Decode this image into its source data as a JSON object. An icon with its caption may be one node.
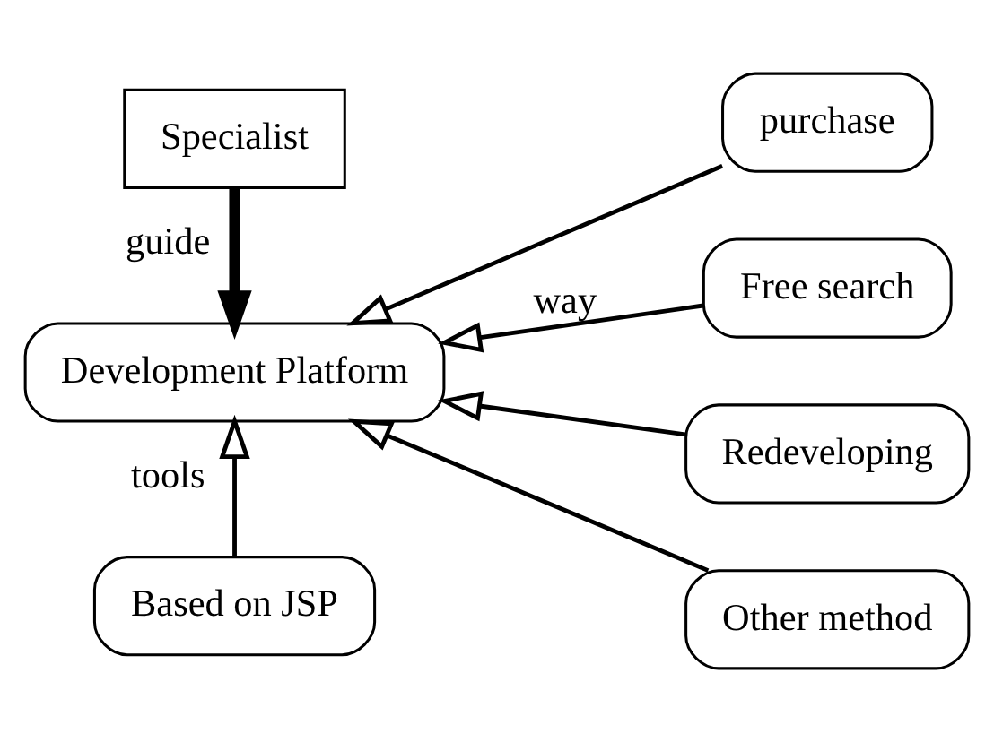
{
  "diagram": {
    "nodes": [
      {
        "text": [
          "Specialist"
        ]
      },
      {
        "text": [
          "Development Platform"
        ]
      },
      {
        "text": [
          "Based on JSP"
        ]
      },
      {
        "text": [
          "purchase"
        ]
      },
      {
        "text": [
          "Free search"
        ]
      },
      {
        "text": [
          "Redeveloping"
        ]
      },
      {
        "text": [
          "Other method"
        ]
      }
    ],
    "edges": [
      {
        "from": 0,
        "to": 1,
        "arrow": "to",
        "label": "guide",
        "style": "thick"
      },
      {
        "from": 2,
        "to": 1,
        "arrow": "to",
        "label": "tools"
      },
      {
        "from": 3,
        "to": 1,
        "arrow": "to"
      },
      {
        "from": 4,
        "to": 1,
        "arrow": "to",
        "label": "way"
      },
      {
        "from": 5,
        "to": 1,
        "arrow": "to"
      },
      {
        "from": 6,
        "to": 1,
        "arrow": "to"
      }
    ]
  }
}
